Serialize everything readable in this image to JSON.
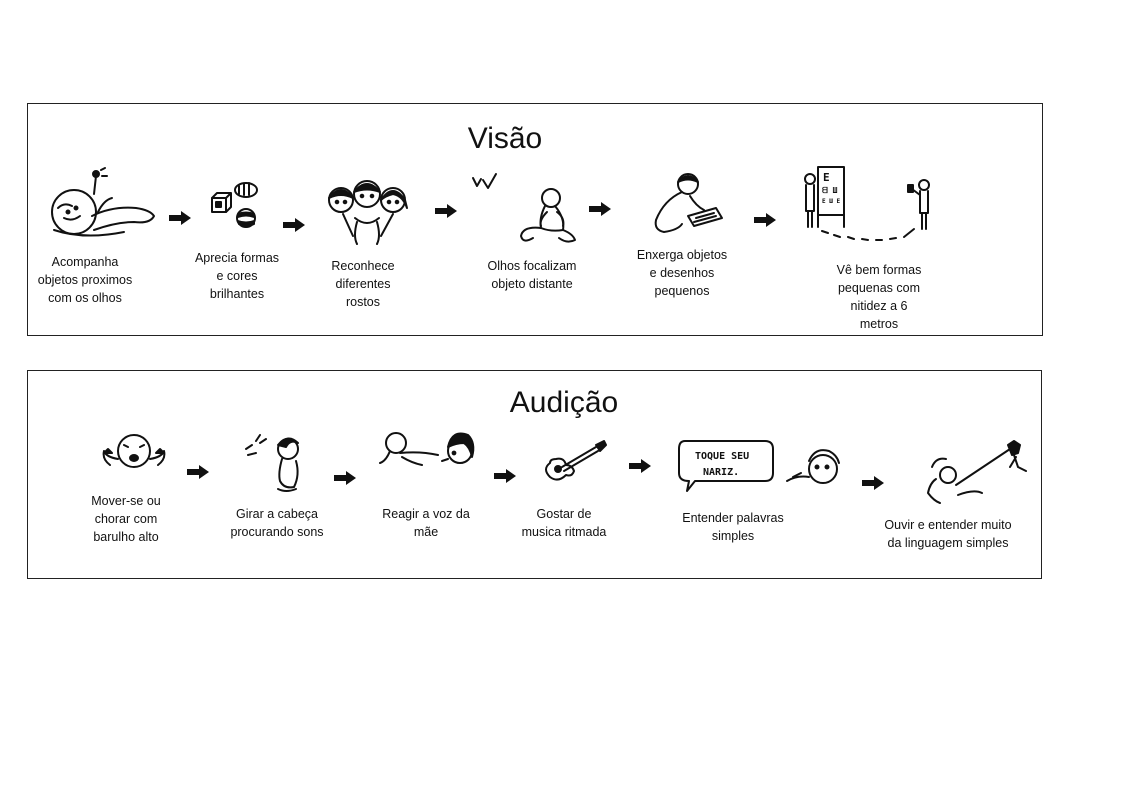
{
  "visao": {
    "title": "Visão",
    "steps": [
      {
        "icon": "baby-following-object-icon",
        "label": "Acompanha\nobjetos proximos\ncom os olhos"
      },
      {
        "icon": "bright-toys-icon",
        "label": "Aprecia formas\ne cores\nbrilhantes"
      },
      {
        "icon": "faces-icon",
        "label": "Reconhece\ndiferentes\nrostos"
      },
      {
        "icon": "baby-looking-birds-icon",
        "label": "Olhos focalizam\nobjeto distante"
      },
      {
        "icon": "child-drawing-icon",
        "label": "Enxerga objetos\ne desenhos\npequenos"
      },
      {
        "icon": "eye-chart-test-icon",
        "label": "Vê bem formas\npequenas com\nnitidez a 6\nmetros"
      }
    ]
  },
  "audicao": {
    "title": "Audição",
    "steps": [
      {
        "icon": "crying-baby-icon",
        "label": "Mover-se ou\nchorar com\nbarulho alto"
      },
      {
        "icon": "baby-turning-head-icon",
        "label": "Girar a cabeça\nprocurando sons"
      },
      {
        "icon": "baby-and-mother-icon",
        "label": "Reagir a voz da\nmãe"
      },
      {
        "icon": "guitar-icon",
        "label": "Gostar de\nmusica ritmada"
      },
      {
        "icon": "speech-bubble-child-icon",
        "label": "Entender palavras\nsimples",
        "bubble_text": "TOQUE SEU\nNARIZ."
      },
      {
        "icon": "pointing-child-icon",
        "label": "Ouvir e entender muito\nda linguagem simples"
      }
    ]
  }
}
